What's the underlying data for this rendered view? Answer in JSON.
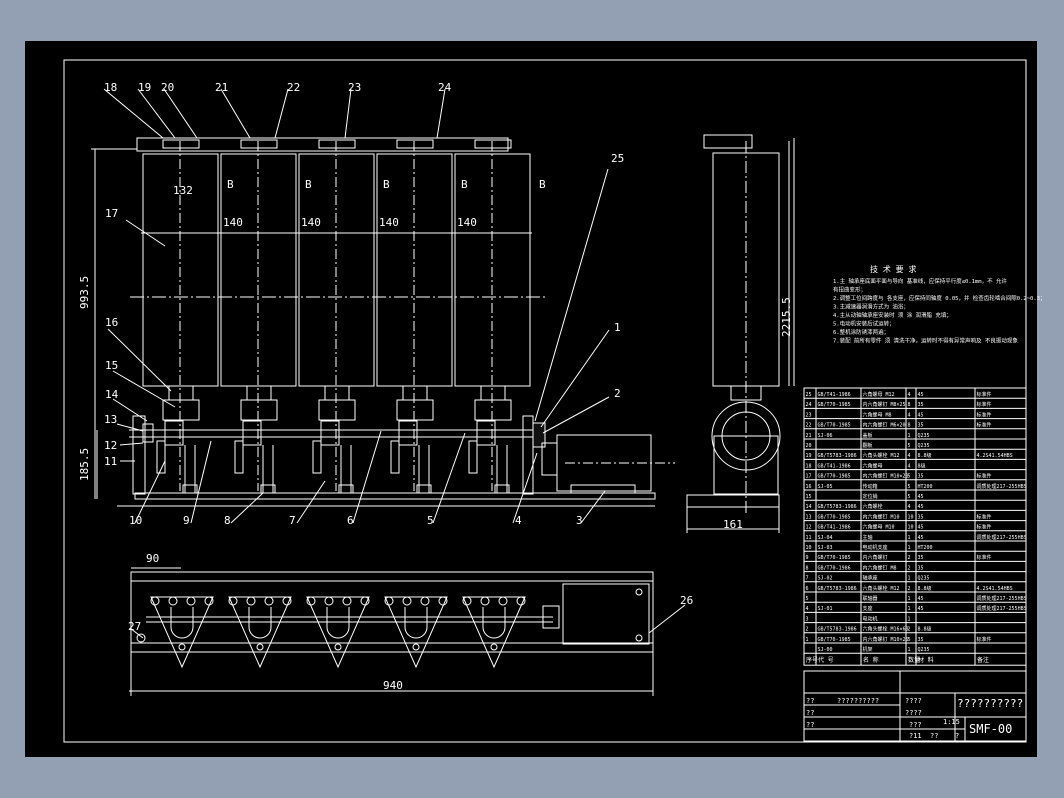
{
  "sheet": {
    "background": "#000000",
    "desktop": "#93a0b4",
    "line_color": "#ffffff"
  },
  "balloons": [
    "18",
    "19",
    "20",
    "21",
    "22",
    "23",
    "24",
    "25",
    "17",
    "16",
    "15",
    "14",
    "13",
    "12",
    "11",
    "10",
    "9",
    "8",
    "7",
    "6",
    "5",
    "4",
    "3",
    "2",
    "1",
    "27",
    "26"
  ],
  "dimensions": {
    "cell_width_first": "132",
    "spacing": [
      "140",
      "140",
      "140",
      "140"
    ],
    "b_labels": [
      "B",
      "B",
      "B",
      "B",
      "B"
    ],
    "front_height": "993.5",
    "shaft_height": "185.5",
    "side_height": "2215.5",
    "side_base_width": "161",
    "plan_offset": "90",
    "plan_length": "940"
  },
  "technical_requirements": {
    "title": "技 术 要 求",
    "lines": [
      "1.主 轴承座底面平面与导向 基准线，应保持平行度≤0.1mm，不 允许",
      "   有扭曲变形；",
      "2.调整工位间跨度与 各支座，应保持同轴度 0.05，并 检查齿轮啮合间隙0.2~0.3；",
      "3.主减速器润滑方式为 油浴；",
      "4.主从动轴轴承座安装时 须 涂 润滑脂 充填；",
      "5.电动机安装后试运转；",
      "6.整机涂防锈漆两遍；",
      "7.装配 前所有零件 须 清洗干净，运转时不得有异常声响及 不良振动现象"
    ]
  },
  "bom_rows": [
    [
      "25",
      "GB/T41-1986",
      "六角螺母 M12",
      "4",
      "45",
      "标准件"
    ],
    [
      "24",
      "GB/T70-1985",
      "内六角螺钉 M8×25",
      "8",
      "35",
      "标准件"
    ],
    [
      "23",
      "",
      "六角螺母 M8",
      "4",
      "45",
      "标准件"
    ],
    [
      "22",
      "GB/T70-1985",
      "内六角螺钉 M6×20",
      "8",
      "35",
      "标准件"
    ],
    [
      "21",
      "SJ-06",
      "盖板",
      "1",
      "Q235",
      ""
    ],
    [
      "20",
      "",
      "翻板",
      "5",
      "Q235",
      ""
    ],
    [
      "19",
      "GB/T5783-1986",
      "六角头螺栓 M12",
      "4",
      "8.8级",
      "4.2S41.54HBS"
    ],
    [
      "18",
      "GB/T41-1986",
      "六角螺母",
      "4",
      "8级",
      ""
    ],
    [
      "17",
      "GB/T70-1985",
      "内六角螺钉 M10×20",
      "5",
      "35",
      "标准件"
    ],
    [
      "16",
      "SJ-05",
      "传动箱",
      "5",
      "HT200",
      "调质处理217-255HBS"
    ],
    [
      "15",
      "",
      "定位销",
      "5",
      "45",
      ""
    ],
    [
      "14",
      "GB/T5783-1986",
      "六角螺栓",
      "4",
      "45",
      ""
    ],
    [
      "13",
      "GB/T70-1985",
      "内六角螺钉 M10",
      "10",
      "35",
      "标准件"
    ],
    [
      "12",
      "GB/T41-1986",
      "六角螺母 M10",
      "10",
      "45",
      "标准件"
    ],
    [
      "11",
      "SJ-04",
      "主轴",
      "1",
      "45",
      "调质处理217-255HBS"
    ],
    [
      "10",
      "SJ-03",
      "电动机支座",
      "1",
      "HT200",
      ""
    ],
    [
      "9",
      "GB/T70-1985",
      "内六角螺钉",
      "2",
      "35",
      "标准件"
    ],
    [
      "8",
      "GB/T70-1986",
      "内六角螺钉 M8",
      "2",
      "35",
      ""
    ],
    [
      "7",
      "SJ-02",
      "轴承座",
      "1",
      "Q235",
      ""
    ],
    [
      "6",
      "GB/T5783-1986",
      "六角头螺栓 M12",
      "2",
      "8.8级",
      "4.2S41.54HBS"
    ],
    [
      "5",
      "",
      "联轴器",
      "1",
      "45",
      "调质处理217-255HBS"
    ],
    [
      "4",
      "SJ-01",
      "支座",
      "1",
      "45",
      "调质处理217-255HBS"
    ],
    [
      "3",
      "",
      "电动机",
      "1",
      "",
      ""
    ],
    [
      "2",
      "GB/T5783-1986",
      "六角头螺栓 M16×60",
      "2",
      "8.8级",
      ""
    ],
    [
      "1",
      "GB/T70-1985",
      "内六角螺钉 M10×25",
      "5",
      "35",
      "标准件"
    ],
    [
      "",
      "SJ-00",
      "机架",
      "1",
      "Q235",
      ""
    ]
  ],
  "bom_header": [
    "序号",
    "代 号",
    "名 称",
    "数量",
    "材 料",
    "备注"
  ],
  "title_block": {
    "title_text": "??????????",
    "drawing_no": "SMF-00",
    "scale": "1:15",
    "codes": [
      "??",
      "??",
      "??????????",
      "????",
      "????",
      "???",
      "??",
      "?11",
      "??",
      "?"
    ]
  }
}
